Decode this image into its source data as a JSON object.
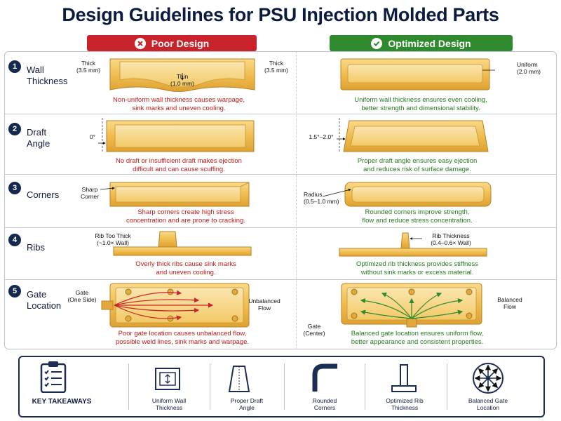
{
  "title": "Design Guidelines for PSU Injection Molded Parts",
  "columns": {
    "poor": "Poor Design",
    "optimized": "Optimized Design"
  },
  "colors": {
    "poor": "#c8232a",
    "optimized": "#2f8a2e",
    "navy": "#15284e",
    "part": "#f3c35a"
  },
  "rows": [
    {
      "number": "1",
      "label_l1": "Wall",
      "label_l2": "Thickness",
      "poor": {
        "labels": [
          "Thick",
          "(3.5 mm)",
          "Thin",
          "(1.0 mm)",
          "Thick",
          "(3.5 mm)"
        ],
        "cap1": "Non-uniform wall thickness causes warpage,",
        "cap2": "sink marks and uneven cooling."
      },
      "opt": {
        "labels": [
          "Uniform",
          "(2.0 mm)"
        ],
        "cap1": "Uniform wall thickness ensures even cooling,",
        "cap2": "better strength and dimensional stability."
      }
    },
    {
      "number": "2",
      "label_l1": "Draft",
      "label_l2": "Angle",
      "poor": {
        "labels": [
          "0°"
        ],
        "cap1": "No draft or insufficient draft makes ejection",
        "cap2": "difficult and can cause scuffing."
      },
      "opt": {
        "labels": [
          "1.5°–2.0°"
        ],
        "cap1": "Proper draft angle ensures easy ejection",
        "cap2": "and reduces risk of surface damage."
      }
    },
    {
      "number": "3",
      "label_l1": "Corners",
      "label_l2": "",
      "poor": {
        "labels": [
          "Sharp",
          "Corner"
        ],
        "cap1": "Sharp corners create high stress",
        "cap2": "concentration and are prone to cracking."
      },
      "opt": {
        "labels": [
          "Radius",
          "(0.5–1.0 mm)"
        ],
        "cap1": "Rounded corners improve strength,",
        "cap2": "flow and reduce stress concentration."
      }
    },
    {
      "number": "4",
      "label_l1": "Ribs",
      "label_l2": "",
      "poor": {
        "labels": [
          "Rib Too Thick",
          "(~1.0× Wall)"
        ],
        "cap1": "Overly thick ribs cause sink marks",
        "cap2": "and uneven cooling."
      },
      "opt": {
        "labels": [
          "Rib Thickness",
          "(0.4–0.6× Wall)"
        ],
        "cap1": "Optimized rib thickness provides stiffness",
        "cap2": "without sink marks or excess material."
      }
    },
    {
      "number": "5",
      "label_l1": "Gate",
      "label_l2": "Location",
      "poor": {
        "labels": [
          "Gate",
          "(One Side)",
          "Unbalanced",
          "Flow"
        ],
        "cap1": "Poor gate location causes unbalanced flow,",
        "cap2": "possible weld lines, sink marks and warpage."
      },
      "opt": {
        "labels": [
          "Balanced",
          "Flow",
          "Gate",
          "(Center)"
        ],
        "cap1": "Balanced gate location ensures uniform flow,",
        "cap2": "better appearance and consistent properties."
      }
    }
  ],
  "takeaways": {
    "title": "KEY TAKEAWAYS",
    "items": [
      {
        "l1": "Uniform Wall",
        "l2": "Thickness",
        "icon": "uniform-wall-icon"
      },
      {
        "l1": "Proper Draft",
        "l2": "Angle",
        "icon": "draft-angle-icon"
      },
      {
        "l1": "Rounded",
        "l2": "Corners",
        "icon": "rounded-corner-icon"
      },
      {
        "l1": "Optimized Rib",
        "l2": "Thickness",
        "icon": "rib-icon"
      },
      {
        "l1": "Balanced Gate",
        "l2": "Location",
        "icon": "balanced-gate-icon"
      }
    ]
  }
}
